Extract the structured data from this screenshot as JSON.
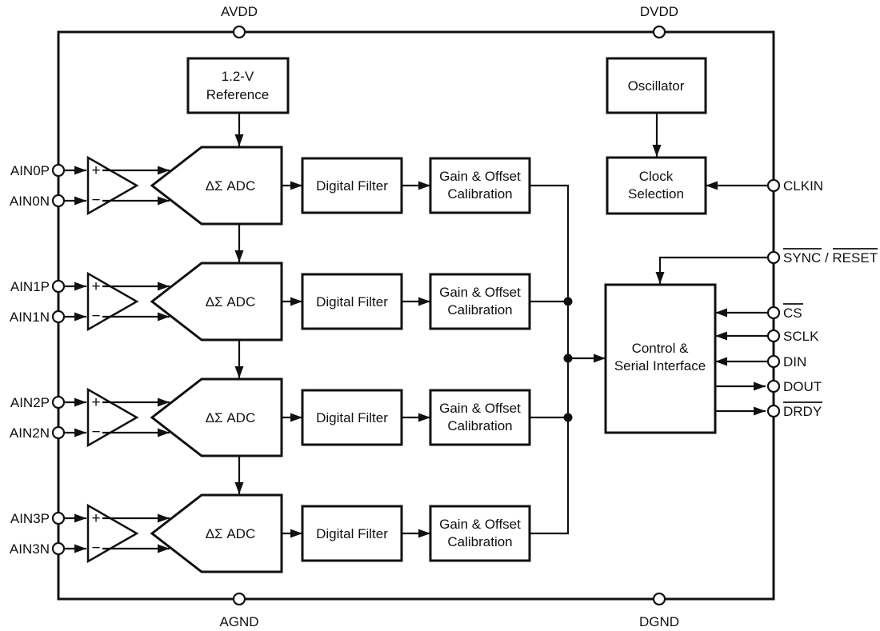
{
  "diagram": {
    "power_pins": {
      "avdd": "AVDD",
      "dvdd": "DVDD",
      "agnd": "AGND",
      "dgnd": "DGND"
    },
    "blocks": {
      "reference_line1": "1.2-V",
      "reference_line2": "Reference",
      "oscillator": "Oscillator",
      "clock_line1": "Clock",
      "clock_line2": "Selection",
      "adc": "ΔΣ ADC",
      "digital_filter": "Digital Filter",
      "gain_line1": "Gain & Offset",
      "gain_line2": "Calibration",
      "control_line1": "Control &",
      "control_line2": "Serial Interface"
    },
    "amp": {
      "plus": "+",
      "minus": "−"
    },
    "channels": [
      {
        "p": "AIN0P",
        "n": "AIN0N"
      },
      {
        "p": "AIN1P",
        "n": "AIN1N"
      },
      {
        "p": "AIN2P",
        "n": "AIN2N"
      },
      {
        "p": "AIN3P",
        "n": "AIN3N"
      }
    ],
    "right_pins": {
      "clkin": "CLKIN",
      "sync": "SYNC",
      "sync_sep": " / ",
      "reset": "RESET",
      "cs": "CS",
      "sclk": "SCLK",
      "din": "DIN",
      "dout": "DOUT",
      "drdy": "DRDY"
    },
    "colors": {
      "line": "#111111",
      "background": "#ffffff"
    }
  }
}
